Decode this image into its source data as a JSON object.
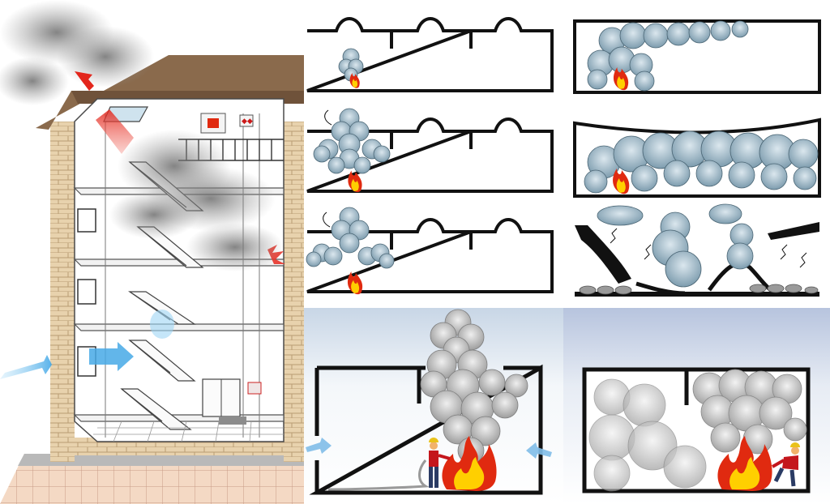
{
  "figure": {
    "panels": [
      {
        "id": "building-cutaway",
        "depicts": "stairwell-building-section"
      },
      {
        "id": "vented-ceiling-1",
        "depicts": "roof-with-vents-small-fire"
      },
      {
        "id": "vented-ceiling-2",
        "depicts": "roof-with-vents-growing-fire"
      },
      {
        "id": "vented-ceiling-3",
        "depicts": "roof-with-vents-vent-open"
      },
      {
        "id": "closed-room-1",
        "depicts": "smoke-layer-starting"
      },
      {
        "id": "closed-room-2",
        "depicts": "smoke-filling-room"
      },
      {
        "id": "closed-room-3",
        "depicts": "roof-collapse"
      },
      {
        "id": "ventilated-room",
        "depicts": "firefighter-with-roof-vent-and-inflow"
      },
      {
        "id": "unventilated-room",
        "depicts": "firefighter-in-smoke-filled-room"
      }
    ]
  },
  "signs": {
    "fire_panel_label": "",
    "small_sign_label": "◆◆"
  },
  "colors": {
    "brick": "#e6cfa8",
    "roof": "#8a6a4c",
    "smoke_blue": "#8ea9b8",
    "smoke_gray": "#9a9a9a",
    "flame_red": "#e02a10",
    "flame_yellow": "#ffcf00",
    "inflow_blue": "#4aaee8",
    "outflow_red": "#e8342a"
  }
}
